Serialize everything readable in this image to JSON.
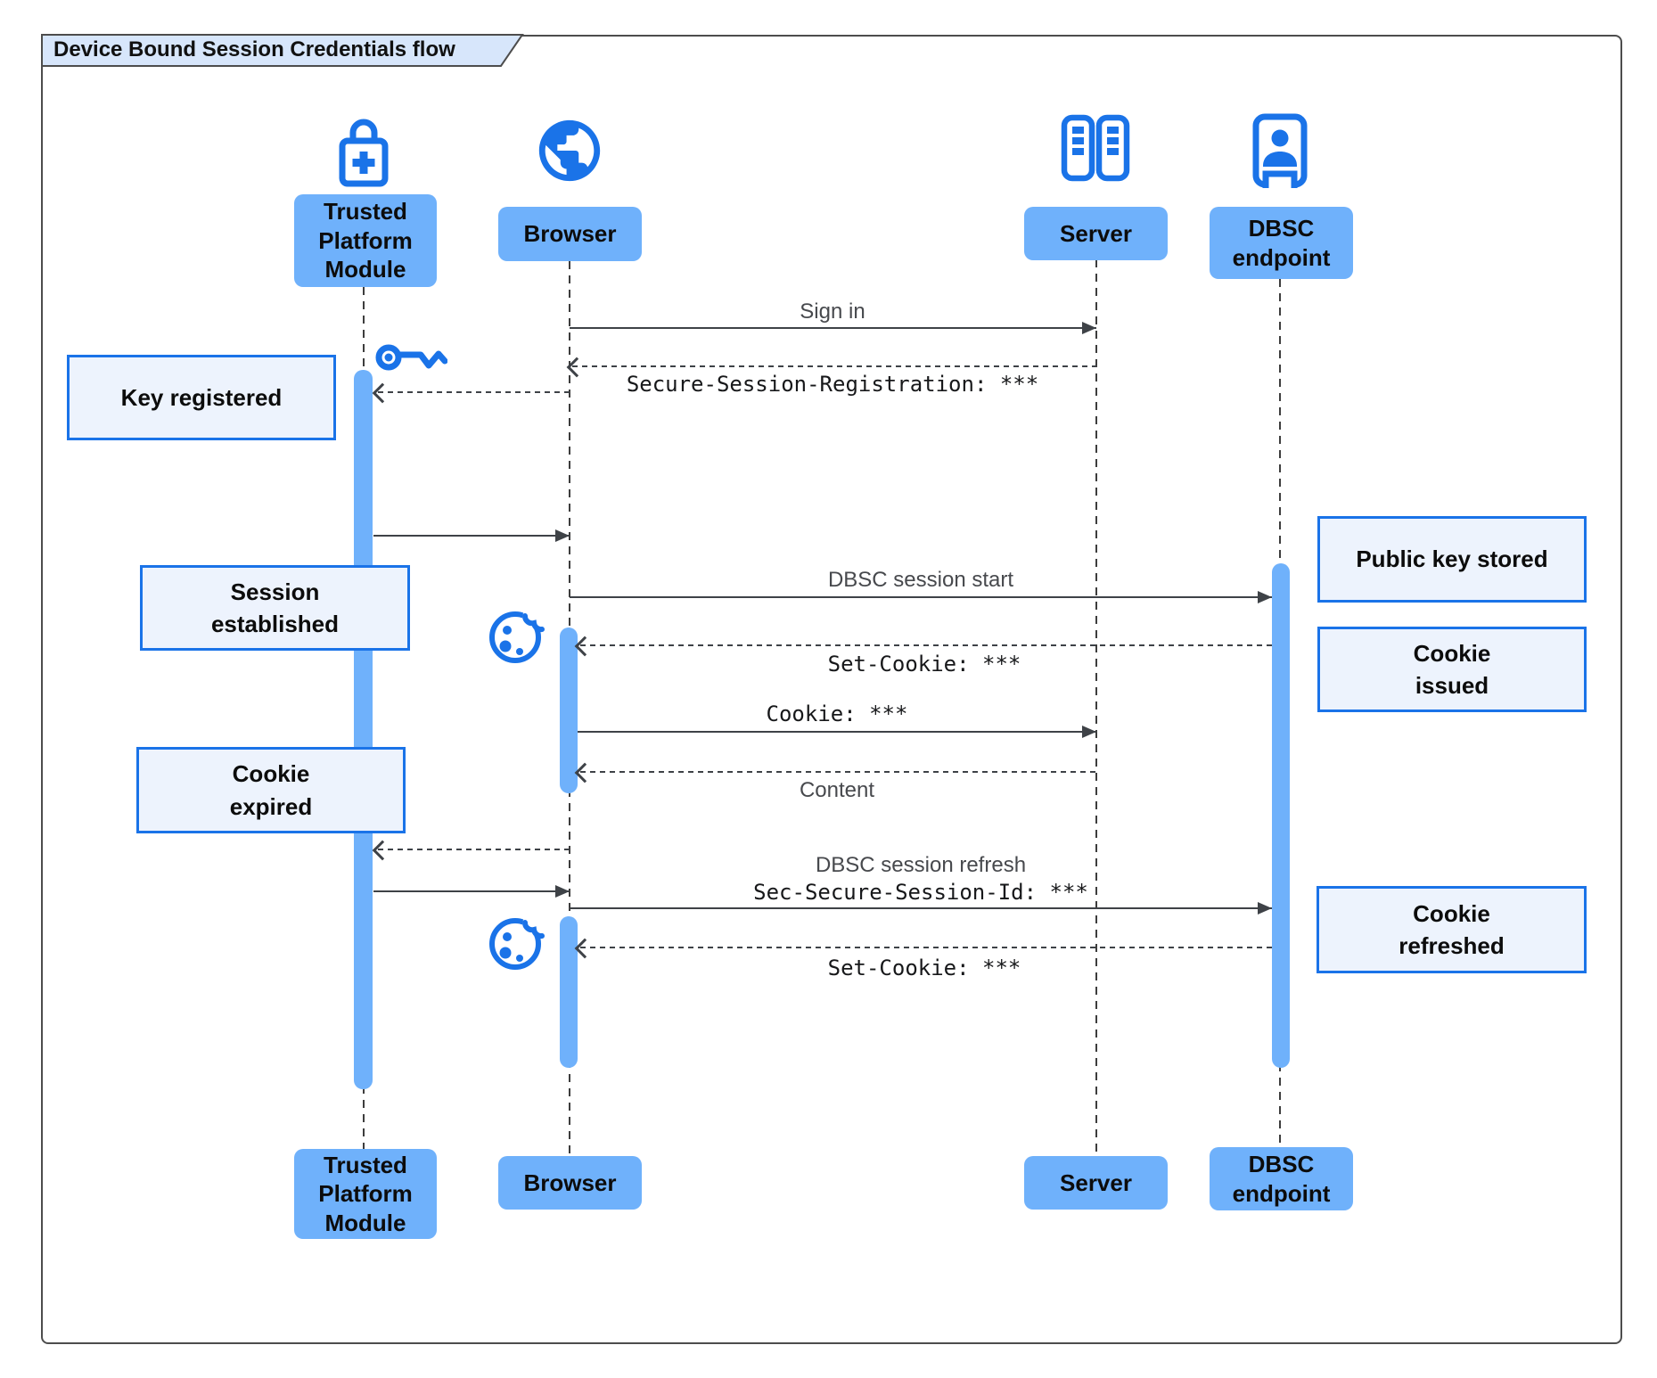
{
  "title": "Device Bound Session Credentials flow",
  "actors": {
    "tpm": {
      "label": "Trusted\nPlatform\nModule"
    },
    "browser": {
      "label": "Browser"
    },
    "server": {
      "label": "Server"
    },
    "dbsc": {
      "label": "DBSC\nendpoint"
    }
  },
  "notes": {
    "key_registered": "Key registered",
    "session_established": "Session\nestablished",
    "cookie_expired": "Cookie\nexpired",
    "public_key_stored": "Public key stored",
    "cookie_issued": "Cookie\nissued",
    "cookie_refreshed": "Cookie\nrefreshed"
  },
  "messages": {
    "sign_in": "Sign in",
    "secure_session_registration": "Secure-Session-Registration: ***",
    "dbsc_session_start": "DBSC session start",
    "set_cookie_first": "Set-Cookie: ***",
    "cookie": "Cookie: ***",
    "content": "Content",
    "dbsc_session_refresh": "DBSC session refresh",
    "sec_secure_session_id": "Sec-Secure-Session-Id: ***",
    "set_cookie_second": "Set-Cookie: ***"
  },
  "icons": {
    "tpm": "lock-plus-icon",
    "browser": "globe-icon",
    "server": "server-rack-icon",
    "dbsc": "booth-person-icon",
    "key": "key-icon",
    "cookie": "cookie-icon"
  },
  "colors": {
    "accent": "#1a73e8",
    "participant_fill": "#6fb1fb",
    "note_fill": "#edf3fd",
    "note_border": "#1a73e8",
    "frame_border": "#4d4d4d",
    "tab_fill": "#d7e6fb",
    "arrow": "#3e4247"
  }
}
